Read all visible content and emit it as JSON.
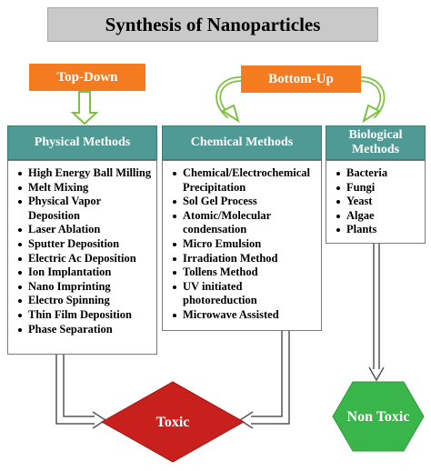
{
  "title": "Synthesis of Nanoparticles",
  "top_down": "Top-Down",
  "bottom_up": "Bottom-Up",
  "physical": {
    "header": "Physical Methods",
    "items": [
      "High Energy Ball Milling",
      "Melt Mixing",
      "Physical Vapor Deposition",
      "Laser Ablation",
      "Sputter Deposition",
      "Electric Ac Deposition",
      "Ion Implantation",
      "Nano Imprinting",
      "Electro Spinning",
      "Thin Film Deposition",
      "Phase Separation"
    ]
  },
  "chemical": {
    "header": "Chemical Methods",
    "items": [
      "Chemical/Electrochemical Precipitation",
      "Sol Gel Process",
      "Atomic/Molecular condensation",
      "Micro Emulsion",
      "Irradiation Method",
      "Tollens Method",
      "UV initiated photoreduction",
      "Microwave Assisted"
    ]
  },
  "biological": {
    "header": "Biological Methods",
    "items": [
      "Bacteria",
      "Fungi",
      "Yeast",
      "Algae",
      "Plants"
    ]
  },
  "toxic": "Toxic",
  "non_toxic": "Non Toxic",
  "colors": {
    "orange": "#f47b20",
    "teal": "#4f9a94",
    "red": "#c8201d",
    "green": "#39b54a",
    "arrow_green": "#7cc242",
    "title_gray": "#c9c9c9"
  }
}
